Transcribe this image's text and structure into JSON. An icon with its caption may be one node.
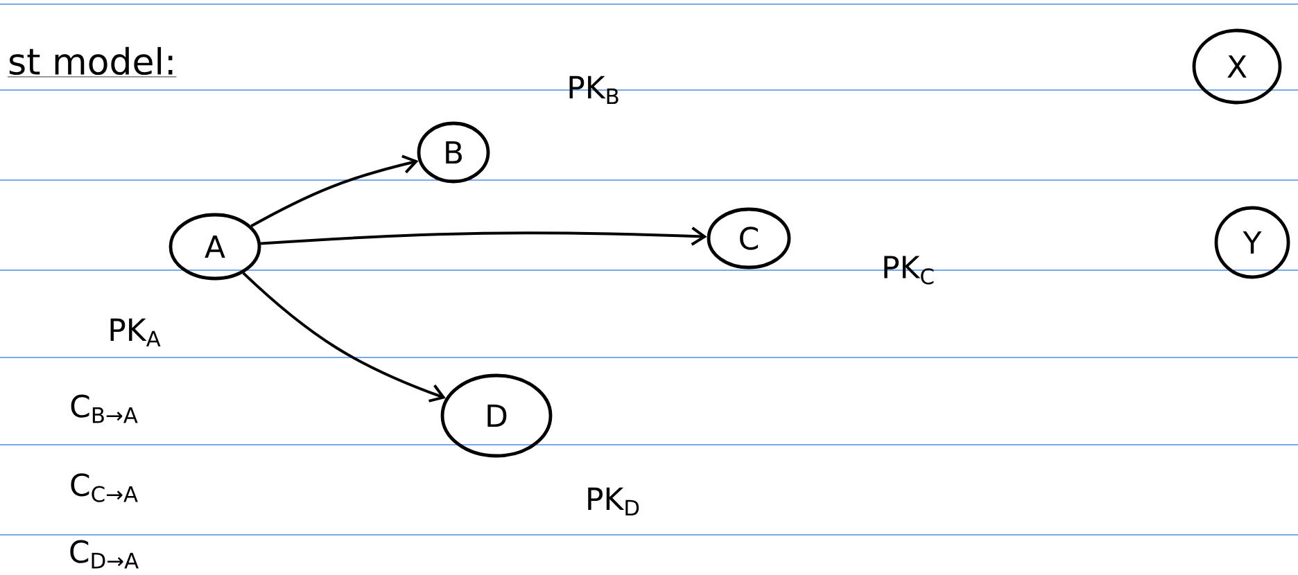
{
  "diagram": {
    "title": "st model:",
    "nodes": [
      {
        "text": [
          "A"
        ]
      },
      {
        "text": [
          "B"
        ]
      },
      {
        "text": [
          "C"
        ]
      },
      {
        "text": [
          "D"
        ]
      },
      {
        "text": [
          "X"
        ]
      },
      {
        "text": [
          "Y"
        ]
      }
    ],
    "edges": [
      {
        "from": 0,
        "to": 1,
        "arrow": "to"
      },
      {
        "from": 0,
        "to": 2,
        "arrow": "to"
      },
      {
        "from": 0,
        "to": 3,
        "arrow": "to"
      }
    ],
    "labels": [
      "PK$_{B}$",
      "PK$_{C}$",
      "PK$_{A}$",
      "C$_{B→A}$",
      "C$_{C→A}$",
      "C$_{D→A}$",
      "PK$_{D}$"
    ]
  }
}
